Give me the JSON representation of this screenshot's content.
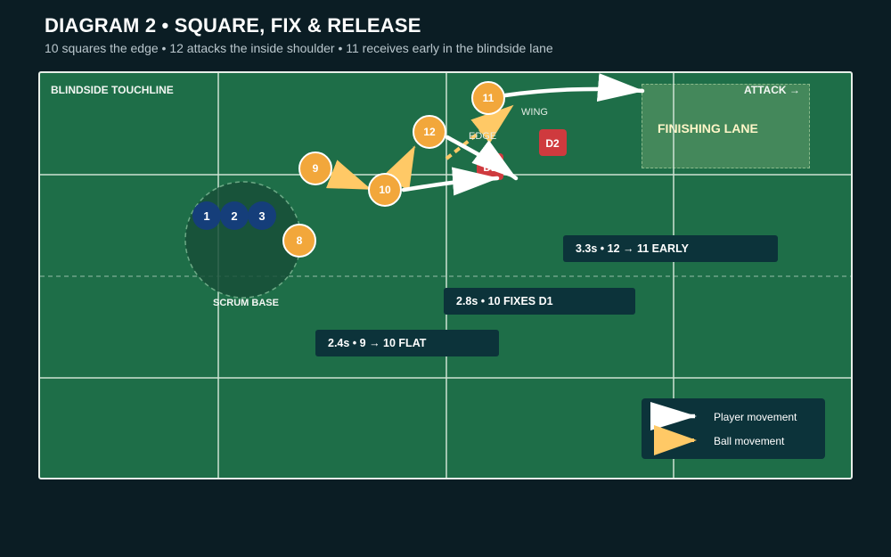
{
  "header": {
    "title": "DIAGRAM 2 • SQUARE, FIX & RELEASE",
    "subtitle": "10 squares the edge • 12 attacks the inside shoulder • 11 receives early in the blindside lane"
  },
  "field": {
    "touchline_label": "BLINDSIDE TOUCHLINE",
    "attack_label": "ATTACK →",
    "scrum_base_label": "SCRUM BASE",
    "edge_label": "EDGE",
    "wing_label": "WING",
    "finishing_lane_label": "FINISHING LANE"
  },
  "players": {
    "attack": [
      "1",
      "2",
      "3",
      "8",
      "9",
      "10",
      "12",
      "11"
    ],
    "defenders": [
      "D1",
      "D2"
    ]
  },
  "callouts": {
    "c1": "2.4s • 9 → 10 FLAT",
    "c2": "2.8s • 10 FIXES D1",
    "c3": "3.3s • 12 → 11 EARLY"
  },
  "legend": {
    "player_movement": "Player movement",
    "ball_movement": "Ball movement"
  },
  "colors": {
    "background": "#0b1d24",
    "pitch": "#1e6e48",
    "forward": "#153e7a",
    "back": "#f2a73b",
    "defender": "#cf3a3e",
    "ball_arrow": "#ffc966",
    "player_arrow": "#ffffff",
    "callout_bg": "#0c333a"
  }
}
